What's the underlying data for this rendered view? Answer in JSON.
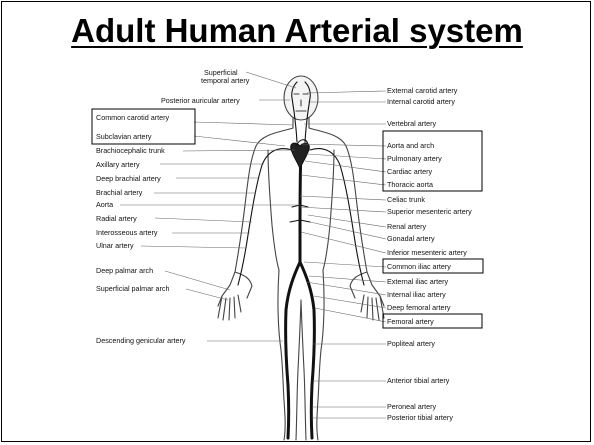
{
  "title": "Adult Human Arterial system",
  "labels": {
    "left": [
      "Superficial",
      "temporal artery",
      "Posterior auricular artery",
      "Common carotid artery",
      "Subclavian artery",
      "Brachiocephalic trunk",
      "Axillary artery",
      "Deep brachial artery",
      "Brachial artery",
      "Aorta",
      "Radial artery",
      "Interosseous artery",
      "Ulnar artery",
      "Deep palmar arch",
      "Superficial palmar arch",
      "Descending genicular artery"
    ],
    "right": [
      "External carotid artery",
      "Internal carotid artery",
      "Vertebral artery",
      "Aorta and arch",
      "Pulmonary artery",
      "Cardiac artery",
      "Thoracic aorta",
      "Celiac trunk",
      "Superior mesenteric artery",
      "Renal artery",
      "Gonadal artery",
      "Inferior mesenteric artery",
      "Common iliac artery",
      "External iliac artery",
      "Internal iliac artery",
      "Deep femoral artery",
      "Femoral artery",
      "Popliteal artery",
      "Anterior tibial artery",
      "Peroneal artery",
      "Posterior tibial artery"
    ]
  }
}
